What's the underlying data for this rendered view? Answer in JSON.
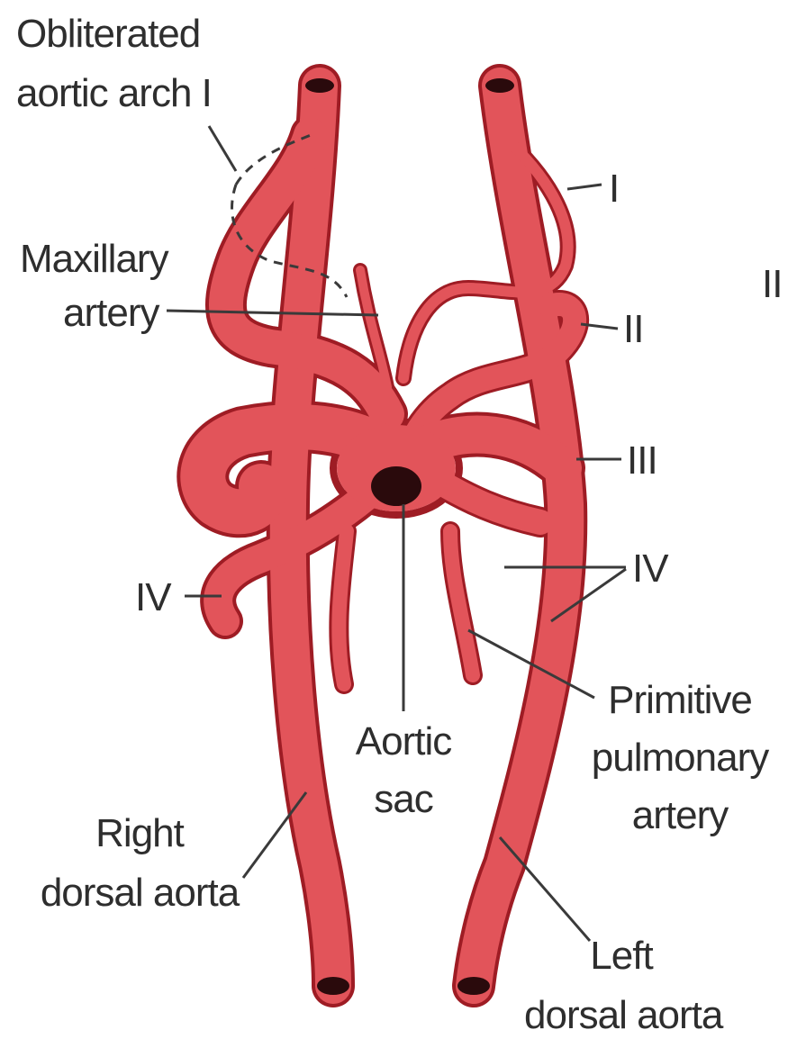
{
  "colors": {
    "vessel": "#e2545a",
    "vessel_outline": "#9e1c24",
    "lumen": "#2a0a0c",
    "leader": "#3a3a3a",
    "text": "#2e2e2e"
  },
  "labels": {
    "obliterated_line1": "Obliterated",
    "obliterated_line2": "aortic arch I",
    "maxillary_line1": "Maxillary",
    "maxillary_line2": "artery",
    "arch_i": "I",
    "arch_ii": "II",
    "arch_ii_margin": "II",
    "arch_iii": "III",
    "arch_iv_left": "IV",
    "arch_iv_right": "IV",
    "aortic_sac_line1": "Aortic",
    "aortic_sac_line2": "sac",
    "primitive_line1": "Primitive",
    "primitive_line2": "pulmonary",
    "primitive_line3": "artery",
    "right_dorsal_line1": "Right",
    "right_dorsal_line2": "dorsal aorta",
    "left_dorsal_line1": "Left",
    "left_dorsal_line2": "dorsal aorta"
  }
}
